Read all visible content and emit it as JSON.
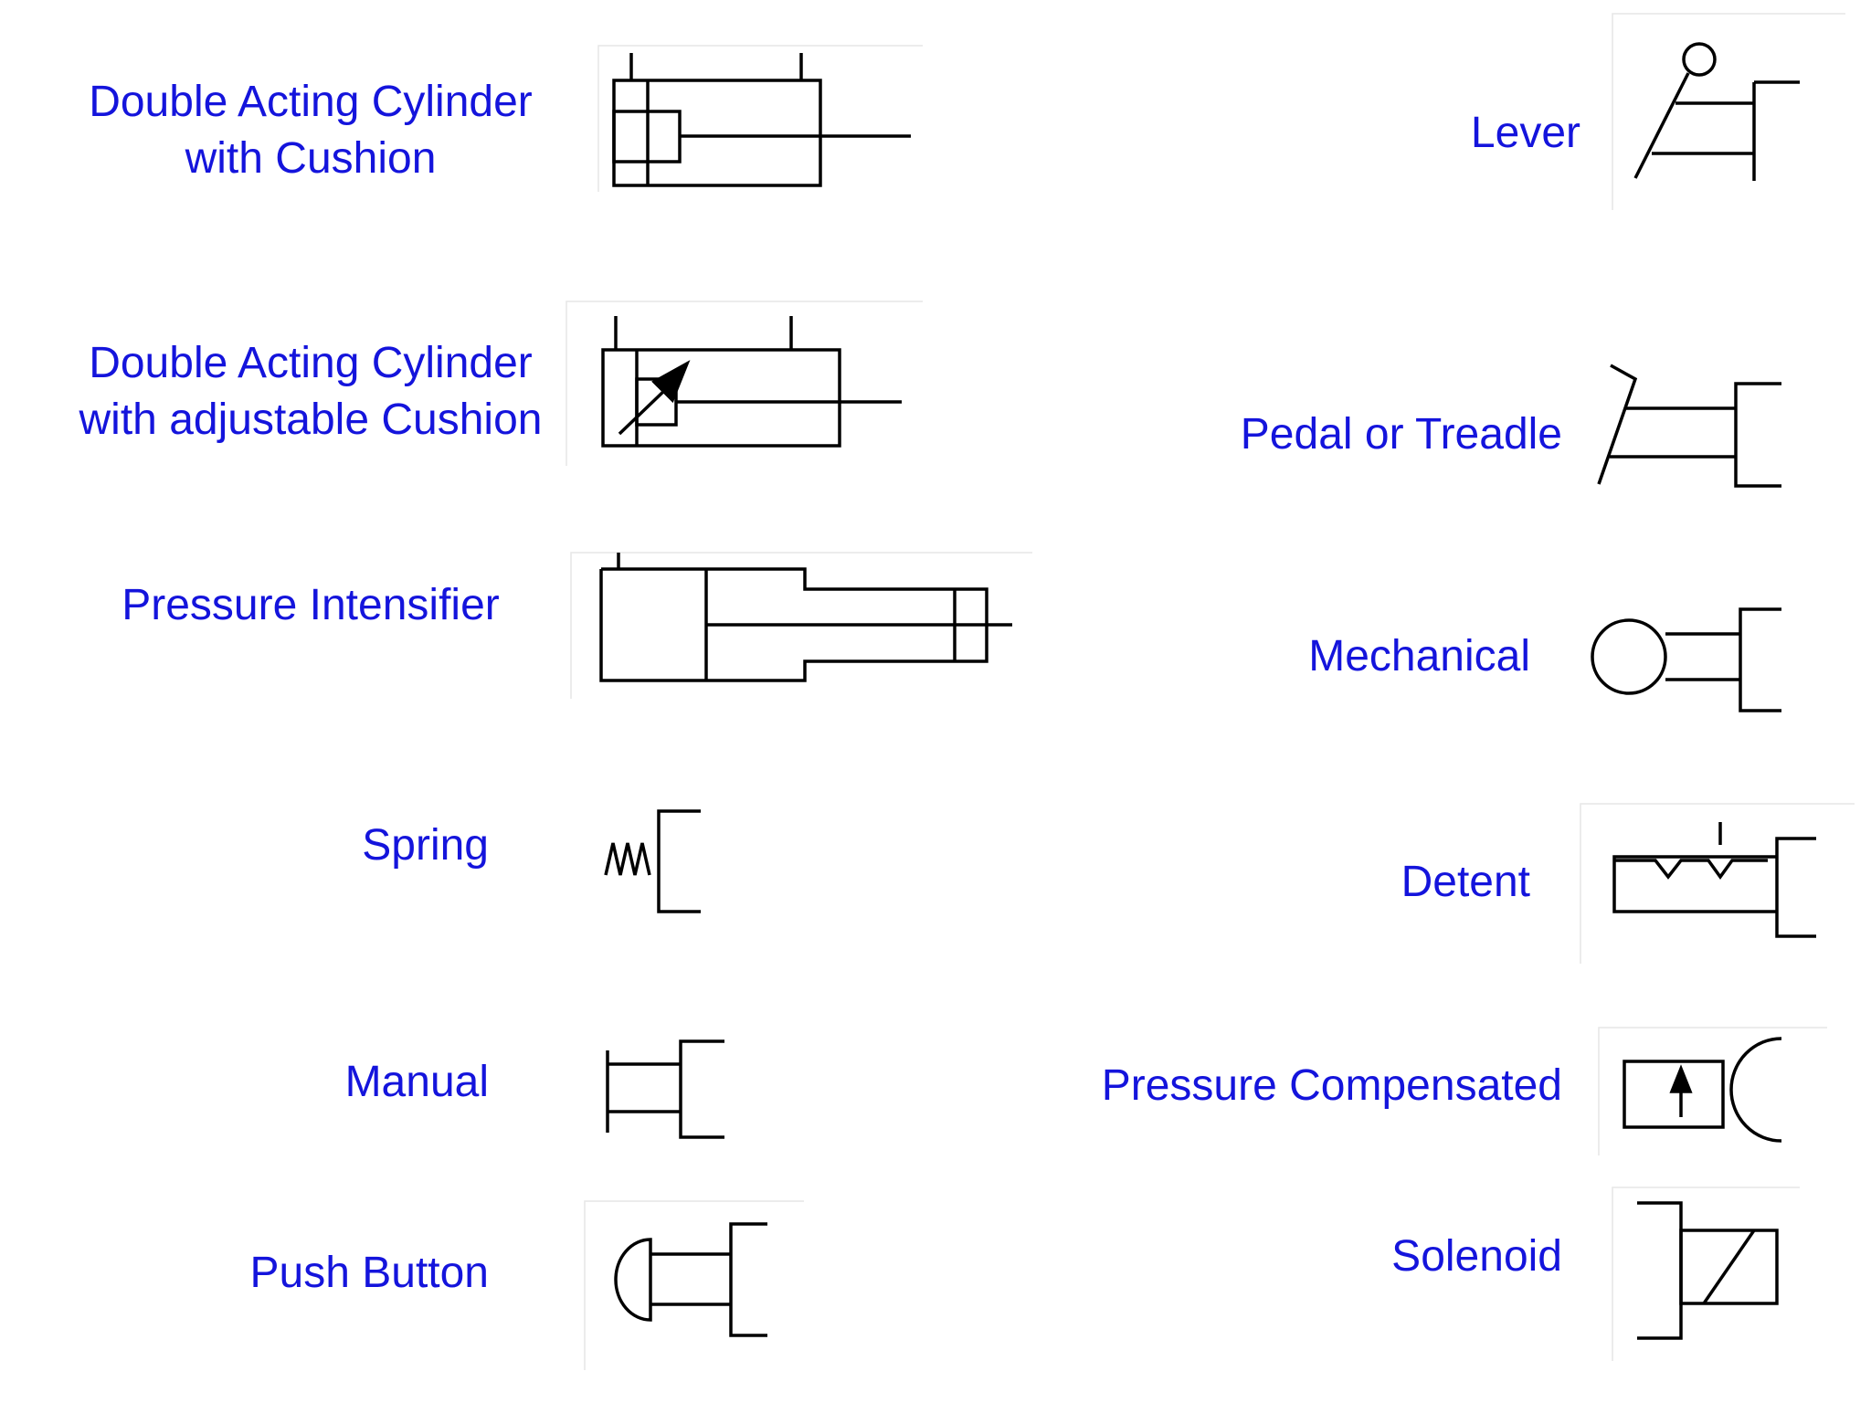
{
  "colors": {
    "label": "#1414dc",
    "symbol_stroke": "#000000",
    "background": "#ffffff"
  },
  "symbols": {
    "double_acting_cylinder_cushion": {
      "line1": "Double Acting Cylinder",
      "line2": "with Cushion"
    },
    "double_acting_cylinder_adjustable": {
      "line1": "Double Acting Cylinder",
      "line2": "with adjustable Cushion"
    },
    "pressure_intensifier": {
      "label": "Pressure Intensifier"
    },
    "spring": {
      "label": "Spring"
    },
    "manual": {
      "label": "Manual"
    },
    "push_button": {
      "label": "Push Button"
    },
    "lever": {
      "label": "Lever"
    },
    "pedal_or_treadle": {
      "label": "Pedal or Treadle"
    },
    "mechanical": {
      "label": "Mechanical"
    },
    "detent": {
      "label": "Detent"
    },
    "pressure_compensated": {
      "label": "Pressure Compensated"
    },
    "solenoid": {
      "label": "Solenoid"
    }
  }
}
